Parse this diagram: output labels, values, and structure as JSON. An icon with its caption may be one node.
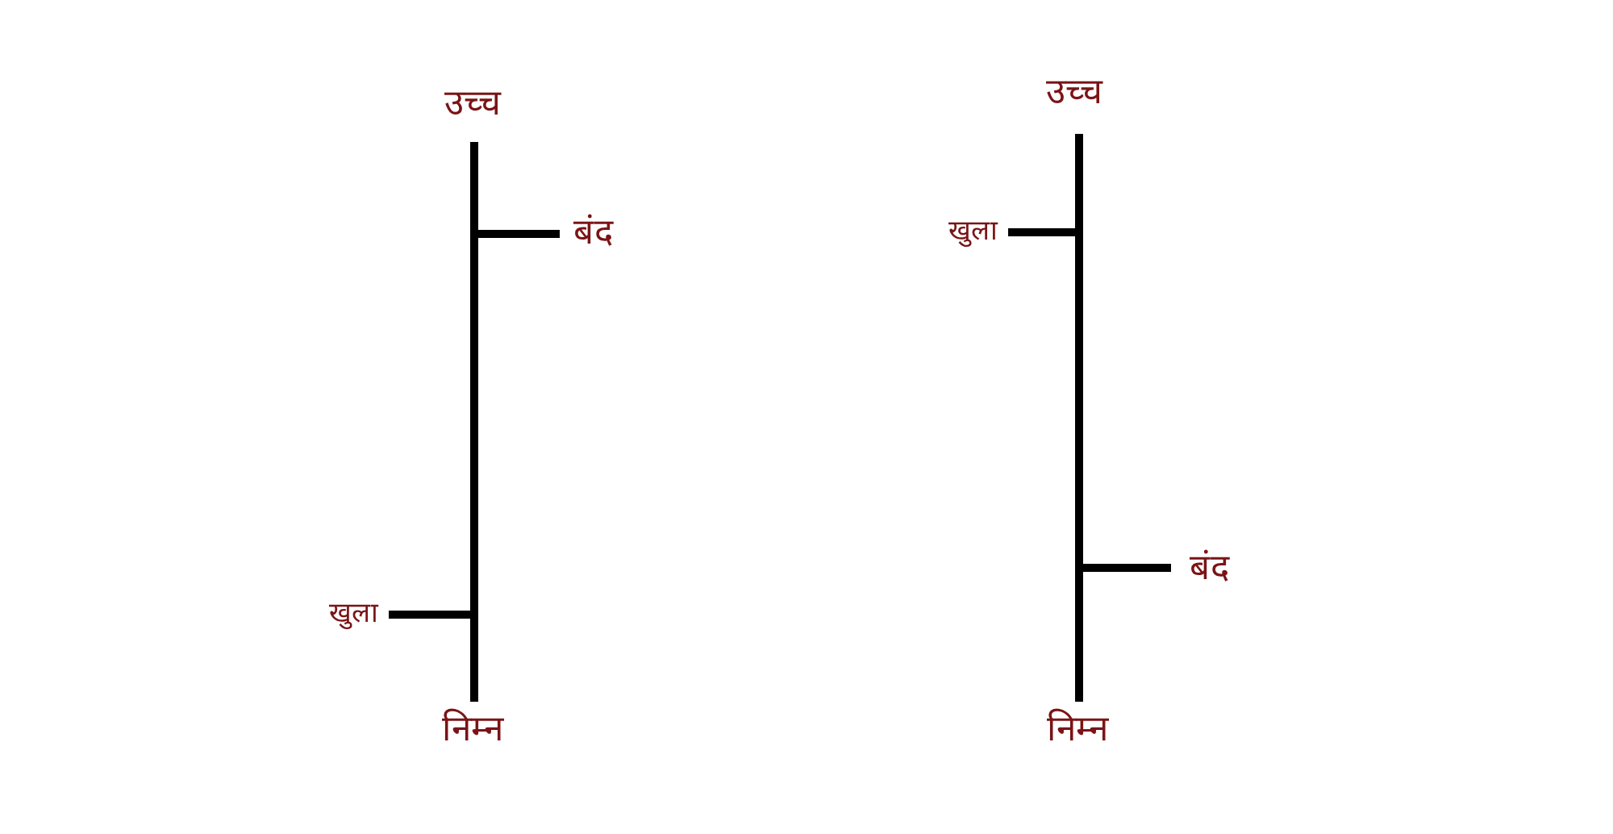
{
  "diagram": {
    "labels": [
      "उच्च",
      "उच्च",
      "बंद",
      "खुला",
      "बंद",
      "खुला",
      "निम्न",
      "निम्न"
    ]
  }
}
